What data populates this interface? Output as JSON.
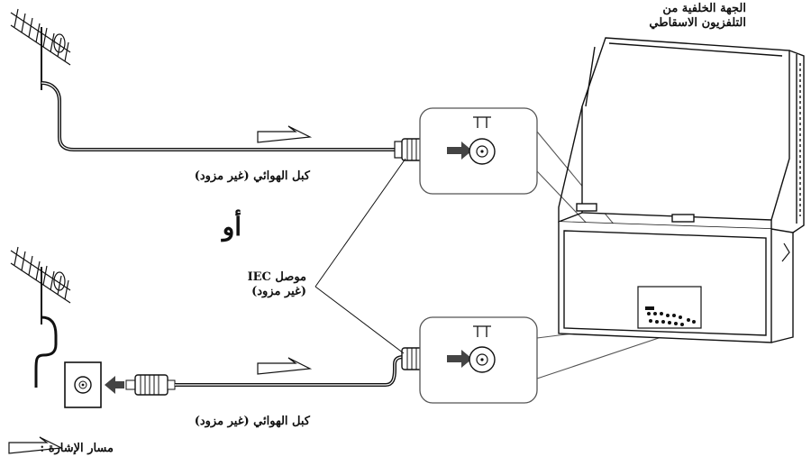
{
  "tv_back_label": {
    "line1": "الجهة الخلفية من",
    "line2": "التلفزيون الاسقاطي"
  },
  "cable_top_label": "كبل الهوائي (غير مزود)",
  "or_label": "أو",
  "iec_label": {
    "line1": "موصل IEC",
    "line2": "(غير مزود)"
  },
  "cable_bottom_label": "كبل الهوائي (غير مزود)",
  "signal_path_label": "مسار الإشارة :",
  "icons": [
    "antenna-icon",
    "wall-outlet-icon",
    "connector-plug-icon",
    "antenna-jack-icon",
    "signal-arrow-icon",
    "projection-tv-icon"
  ],
  "colors": {
    "line": "#111111",
    "arrow_fill": "#444444",
    "panel_border": "#555555",
    "background": "#ffffff"
  }
}
